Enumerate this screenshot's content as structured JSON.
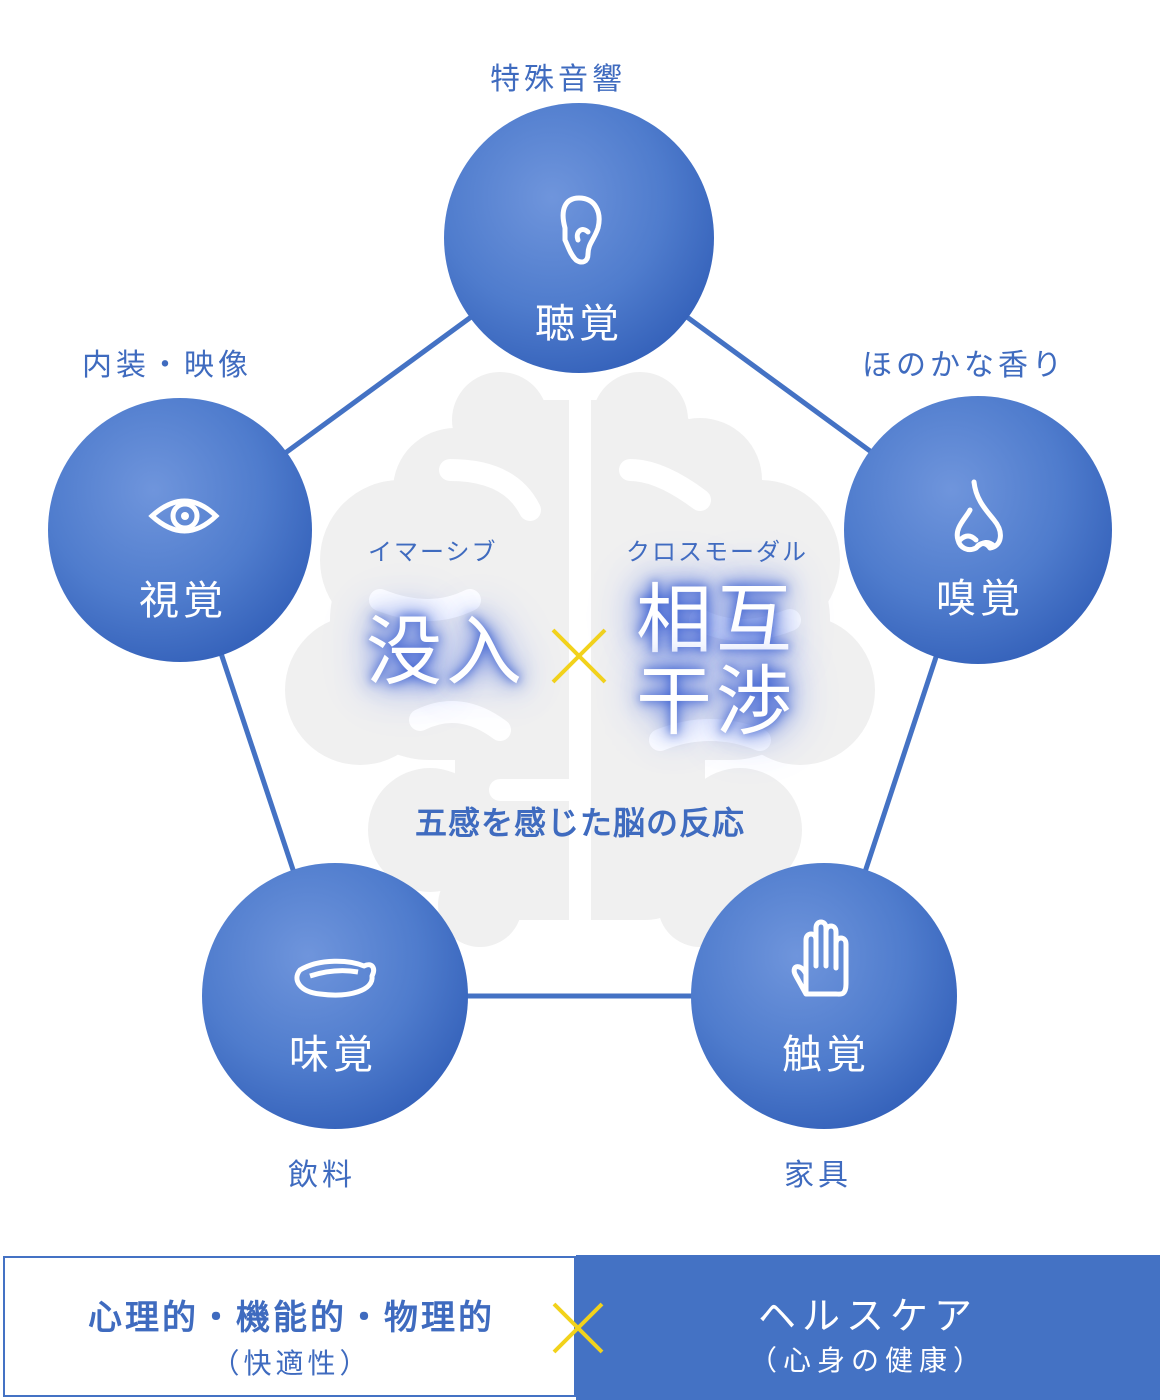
{
  "colors": {
    "primary": "#4472c4",
    "text_blue": "#3f6bbf",
    "cross_yellow": "#f2d21b",
    "brain_gray": "#f0f0f0"
  },
  "senses": {
    "hearing": {
      "label": "聴覚",
      "caption": "特殊音響",
      "icon": "ear-icon"
    },
    "sight": {
      "label": "視覚",
      "caption": "内装・映像",
      "icon": "eye-icon"
    },
    "smell": {
      "label": "嗅覚",
      "caption": "ほのかな香り",
      "icon": "nose-icon"
    },
    "taste": {
      "label": "味覚",
      "caption": "飲料",
      "icon": "tongue-icon"
    },
    "touch": {
      "label": "触覚",
      "caption": "家具",
      "icon": "hand-icon"
    }
  },
  "center": {
    "left_kana": "イマーシブ",
    "left_word": "没入",
    "cross": "×",
    "right_kana": "クロスモーダル",
    "right_word_line1": "相互",
    "right_word_line2": "干渉",
    "title": "五感を感じた脳の反応"
  },
  "bottom": {
    "left_main": "心理的・機能的・物理的",
    "left_sub": "（快適性）",
    "cross": "×",
    "right_main": "ヘルスケア",
    "right_sub": "（心身の健康）"
  }
}
